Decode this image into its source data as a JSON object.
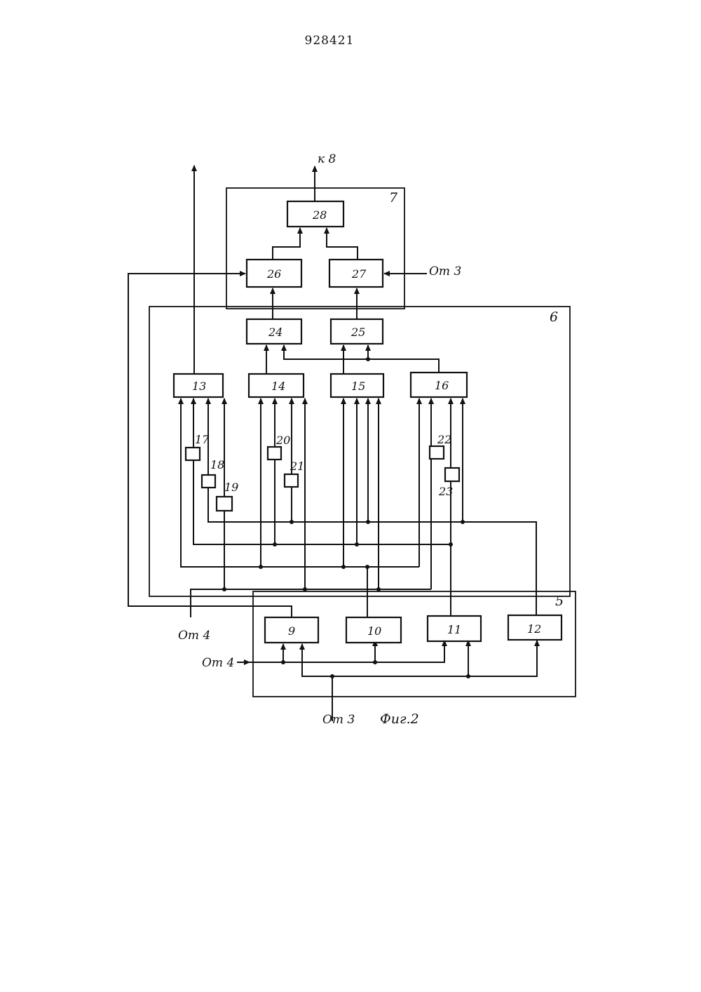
{
  "header": {
    "patent_number": "928421"
  },
  "caption": "Фиг.2",
  "groups": [
    {
      "id": "group-7",
      "label": "7"
    },
    {
      "id": "group-6",
      "label": "6"
    },
    {
      "id": "group-5",
      "label": "5"
    }
  ],
  "blocks": {
    "b9": "9",
    "b10": "10",
    "b11": "11",
    "b12": "12",
    "b13": "13",
    "b14": "14",
    "b15": "15",
    "b16": "16",
    "b17": "17",
    "b18": "18",
    "b19": "19",
    "b20": "20",
    "b21": "21",
    "b22": "22",
    "b23": "23",
    "b24": "24",
    "b25": "25",
    "b26": "26",
    "b27": "27",
    "b28": "28"
  },
  "io": {
    "to8": "к 8",
    "from3_top": "От 3",
    "from4_left": "От 4",
    "from4_mid": "От 4",
    "from3_bottom": "От 3"
  }
}
